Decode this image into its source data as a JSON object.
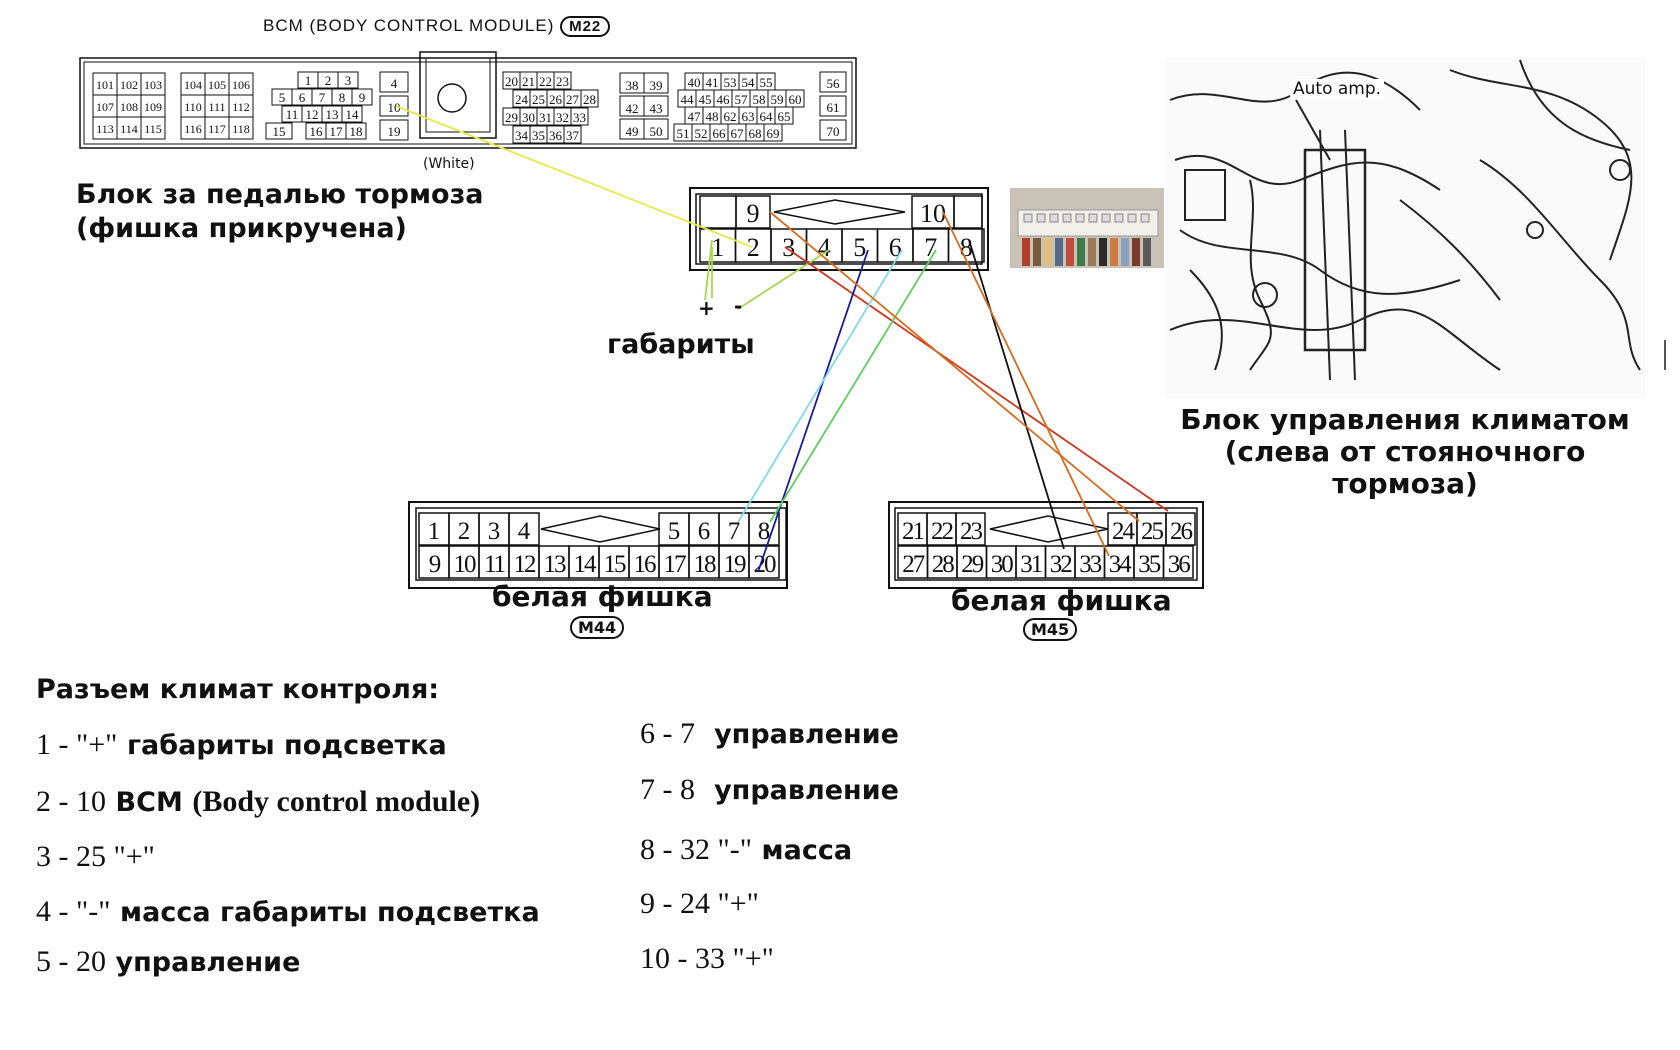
{
  "bcm": {
    "title": "BCM (BODY CONTROL MODULE)",
    "code": "M22",
    "white_label": "(White)",
    "groups": [
      [
        "101",
        "102",
        "103",
        "107",
        "108",
        "109",
        "113",
        "114",
        "115"
      ],
      [
        "104",
        "105",
        "106",
        "110",
        "111",
        "112",
        "116",
        "117",
        "118"
      ]
    ],
    "pins_small": [
      "1",
      "2",
      "3",
      "5",
      "6",
      "7",
      "8",
      "9",
      "11",
      "12",
      "13",
      "14",
      "15",
      "16",
      "17",
      "18"
    ],
    "pins_col": [
      "4",
      "10",
      "19"
    ],
    "pins_right": [
      "20",
      "21",
      "22",
      "23",
      "24",
      "25",
      "26",
      "27",
      "28",
      "29",
      "30",
      "31",
      "32",
      "33",
      "34",
      "35",
      "36",
      "37"
    ],
    "pins_mid": [
      "38",
      "39",
      "42",
      "43",
      "49",
      "50"
    ],
    "pins_far": [
      "40",
      "41",
      "53",
      "54",
      "55",
      "44",
      "45",
      "46",
      "57",
      "58",
      "59",
      "60",
      "47",
      "48",
      "62",
      "63",
      "64",
      "65",
      "51",
      "52",
      "66",
      "67",
      "68",
      "69"
    ],
    "pins_last": [
      "56",
      "61",
      "70"
    ]
  },
  "brake_caption": {
    "line1": "Блок за педалью тормоза",
    "line2": "(фишка прикручена)"
  },
  "climate_connector": {
    "top_pins": [
      "9",
      "10"
    ],
    "bottom_pins": [
      "1",
      "2",
      "3",
      "4",
      "5",
      "6",
      "7",
      "8"
    ]
  },
  "parking_lights": {
    "plus": "+",
    "minus": "-",
    "label": "габариты"
  },
  "photo_label": "Auto amp.",
  "climate_caption": {
    "line1": "Блок управления климатом",
    "line2": "(слева от стояночного тормоза)"
  },
  "m44": {
    "top_pins": [
      "1",
      "2",
      "3",
      "4",
      "5",
      "6",
      "7",
      "8"
    ],
    "bottom_pins": [
      "9",
      "10",
      "11",
      "12",
      "13",
      "14",
      "15",
      "16",
      "17",
      "18",
      "19",
      "20"
    ],
    "caption": "белая фишка",
    "code": "M44"
  },
  "m45": {
    "top_pins": [
      "21",
      "22",
      "23",
      "24",
      "25",
      "26"
    ],
    "bottom_pins": [
      "27",
      "28",
      "29",
      "30",
      "31",
      "32",
      "33",
      "34",
      "35",
      "36"
    ],
    "caption": "белая фишка",
    "code": "M45"
  },
  "legend": {
    "title": "Разъем климат контроля:",
    "left": [
      {
        "pair": "1 - \"+\"",
        "text": "габариты подсветка"
      },
      {
        "pair": "2 - 10",
        "text": "BCM",
        "extra": "(Body control module)"
      },
      {
        "pair": "3 - 25 \"+\"",
        "text": ""
      },
      {
        "pair": "4 - \"-\"",
        "text": "масса габариты подсветка"
      },
      {
        "pair": "5 - 20",
        "text": "управление"
      }
    ],
    "right": [
      {
        "pair": "6 - 7",
        "text": "управление"
      },
      {
        "pair": "7 - 8",
        "text": "управление"
      },
      {
        "pair": "8 - 32 \"-\"",
        "text": "масса"
      },
      {
        "pair": "9 - 24 \"+\"",
        "text": ""
      },
      {
        "pair": "10 - 33  \"+\"",
        "text": ""
      }
    ]
  },
  "wire_colors": {
    "yellow": "#e8e84a",
    "green_yellow": "#a8d84a",
    "orange": "#d96a1c",
    "red": "#d0361c",
    "navy": "#1a1a9c",
    "light_blue": "#7fd8ee",
    "green": "#5ccf5c",
    "black": "#111111"
  }
}
